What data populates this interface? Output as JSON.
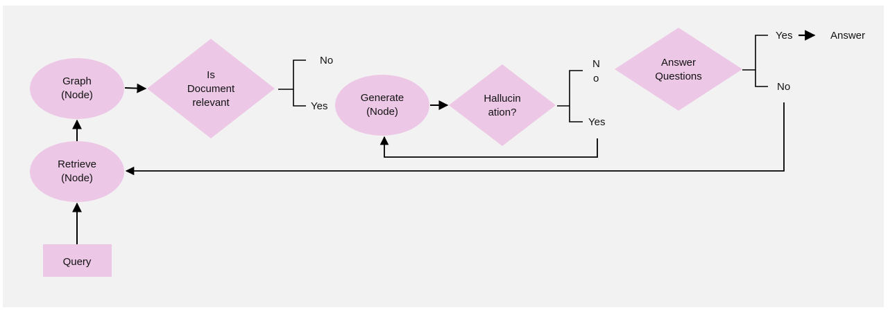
{
  "colors": {
    "background": "#f2f2f2",
    "shape_fill": "#ecc7e6",
    "line": "#000000"
  },
  "nodes": {
    "graph": {
      "line1": "Graph",
      "line2": "(Node)"
    },
    "retrieve": {
      "line1": "Retrieve",
      "line2": "(Node)"
    },
    "generate": {
      "line1": "Generate",
      "line2": "(Node)"
    },
    "query": {
      "label": "Query"
    },
    "relevant": {
      "line1": "Is",
      "line2": "Document",
      "line3": "relevant"
    },
    "hallucination": {
      "line1": "Hallucin",
      "line2": "ation?"
    },
    "answer_questions": {
      "line1": "Answer",
      "line2": "Questions"
    }
  },
  "branches": {
    "relevant_no": "No",
    "relevant_yes": "Yes",
    "hallucination_no_1": "N",
    "hallucination_no_2": "o",
    "hallucination_yes": "Yes",
    "answer_yes": "Yes",
    "answer_no": "No"
  },
  "final": {
    "answer": "Answer"
  }
}
